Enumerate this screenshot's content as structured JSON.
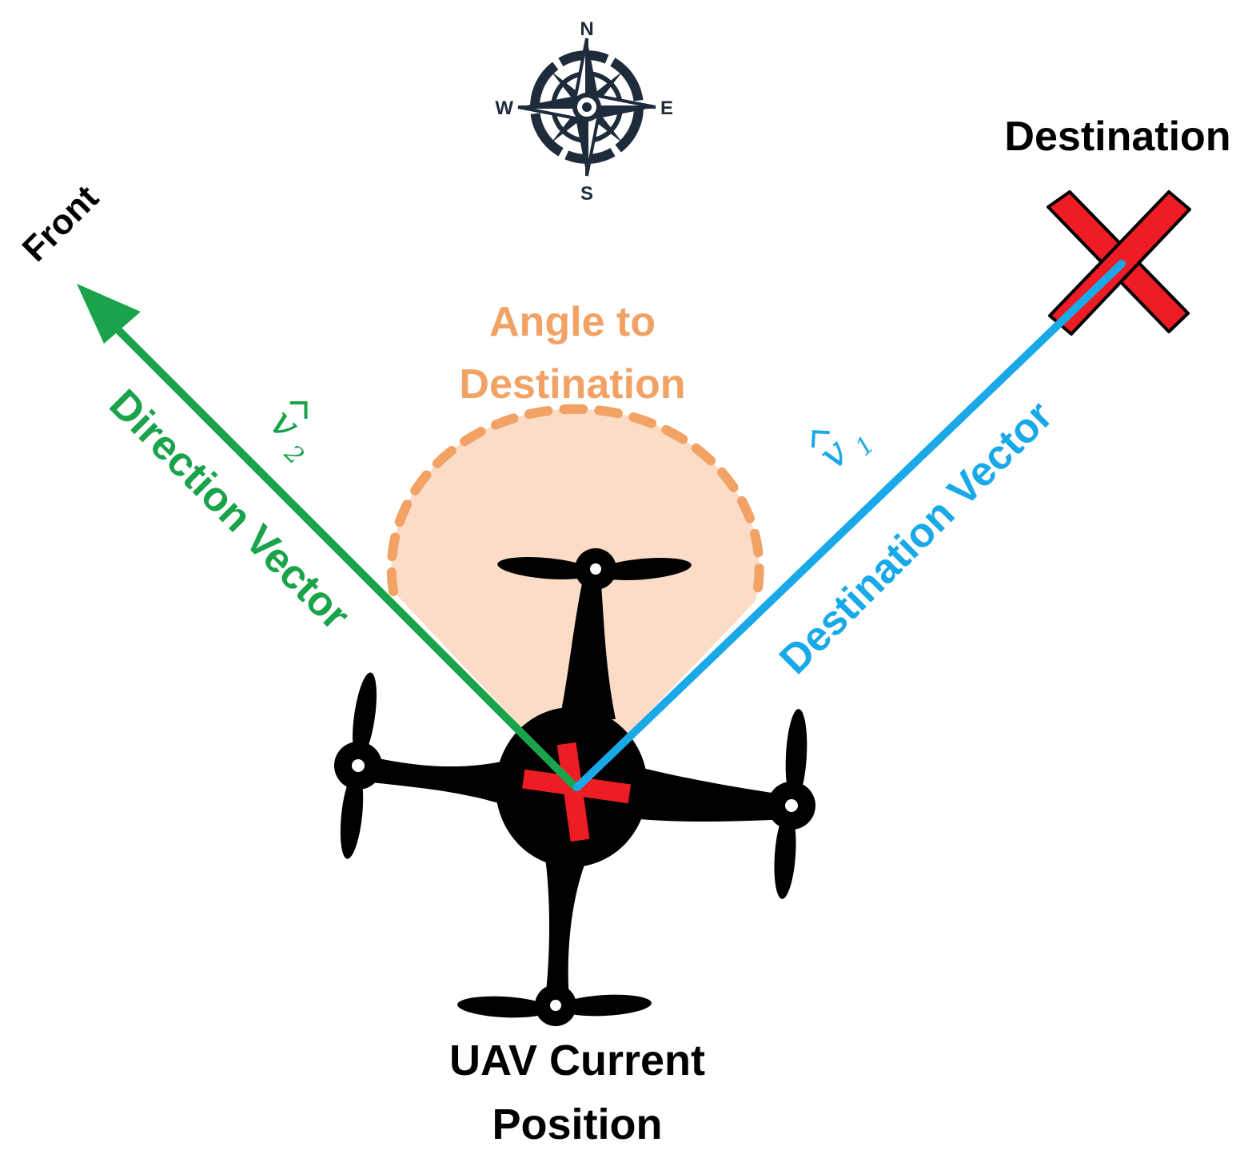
{
  "colors": {
    "direction_vector": "#1aa34a",
    "destination_vector": "#1aa9e8",
    "angle_label": "#f2a264",
    "angle_fill": "#fbdcc6",
    "angle_dash": "#f2a264",
    "marker_red": "#ee1c24",
    "drone": "#000000",
    "compass": "#1e2b3a",
    "text": "#000000"
  },
  "compass": {
    "north": "N",
    "south": "S",
    "east": "E",
    "west": "W"
  },
  "labels": {
    "front": "Front",
    "destination": "Destination",
    "angle_line1": "Angle to",
    "angle_line2": "Destination",
    "direction_vector": "Direction Vector",
    "destination_vector": "Destination Vector",
    "v2_symbol": "v",
    "v2_subscript": "2",
    "v1_symbol": "v",
    "v1_subscript": "1",
    "uav_line1": "UAV Current",
    "uav_line2": "Position"
  },
  "icons": {
    "compass": "compass-rose-icon",
    "destination_marker": "red-x-marker",
    "uav": "quadcopter-icon",
    "position_marker": "red-plus-marker"
  }
}
